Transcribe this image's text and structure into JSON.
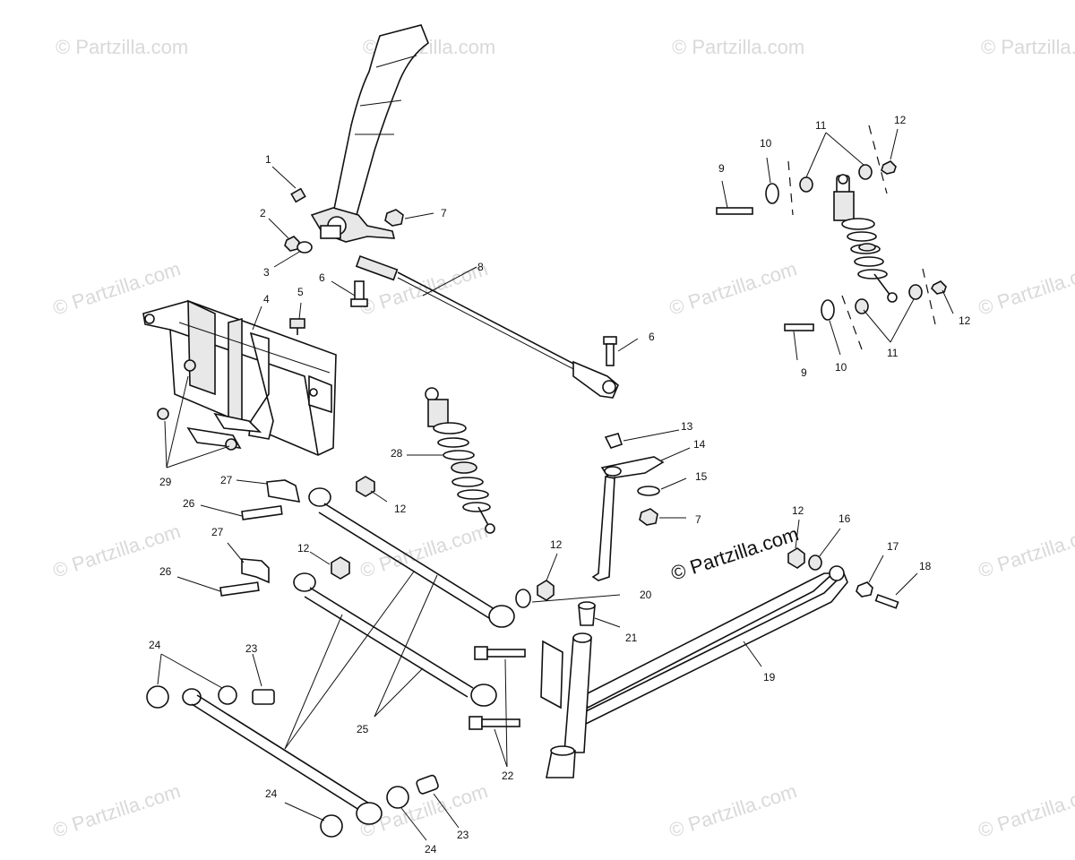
{
  "brand_watermark": "© Partzilla.com",
  "diagram": {
    "callouts": {
      "c1": "1",
      "c2": "2",
      "c3": "3",
      "c4": "4",
      "c5": "5",
      "c6a": "6",
      "c6b": "6",
      "c7a": "7",
      "c7b": "7",
      "c8": "8",
      "c9a": "9",
      "c9b": "9",
      "c10a": "10",
      "c10b": "10",
      "c11a": "11",
      "c11b": "11",
      "c12a": "12",
      "c12b": "12",
      "c12c": "12",
      "c12d": "12",
      "c12e": "12",
      "c12f": "12",
      "c13": "13",
      "c14": "14",
      "c15": "15",
      "c16": "16",
      "c17": "17",
      "c18": "18",
      "c19": "19",
      "c20": "20",
      "c21": "21",
      "c22": "22",
      "c23a": "23",
      "c23b": "23",
      "c24a": "24",
      "c24b": "24",
      "c24c": "24",
      "c25": "25",
      "c26a": "26",
      "c26b": "26",
      "c27a": "27",
      "c27b": "27",
      "c28": "28",
      "c29": "29"
    }
  }
}
